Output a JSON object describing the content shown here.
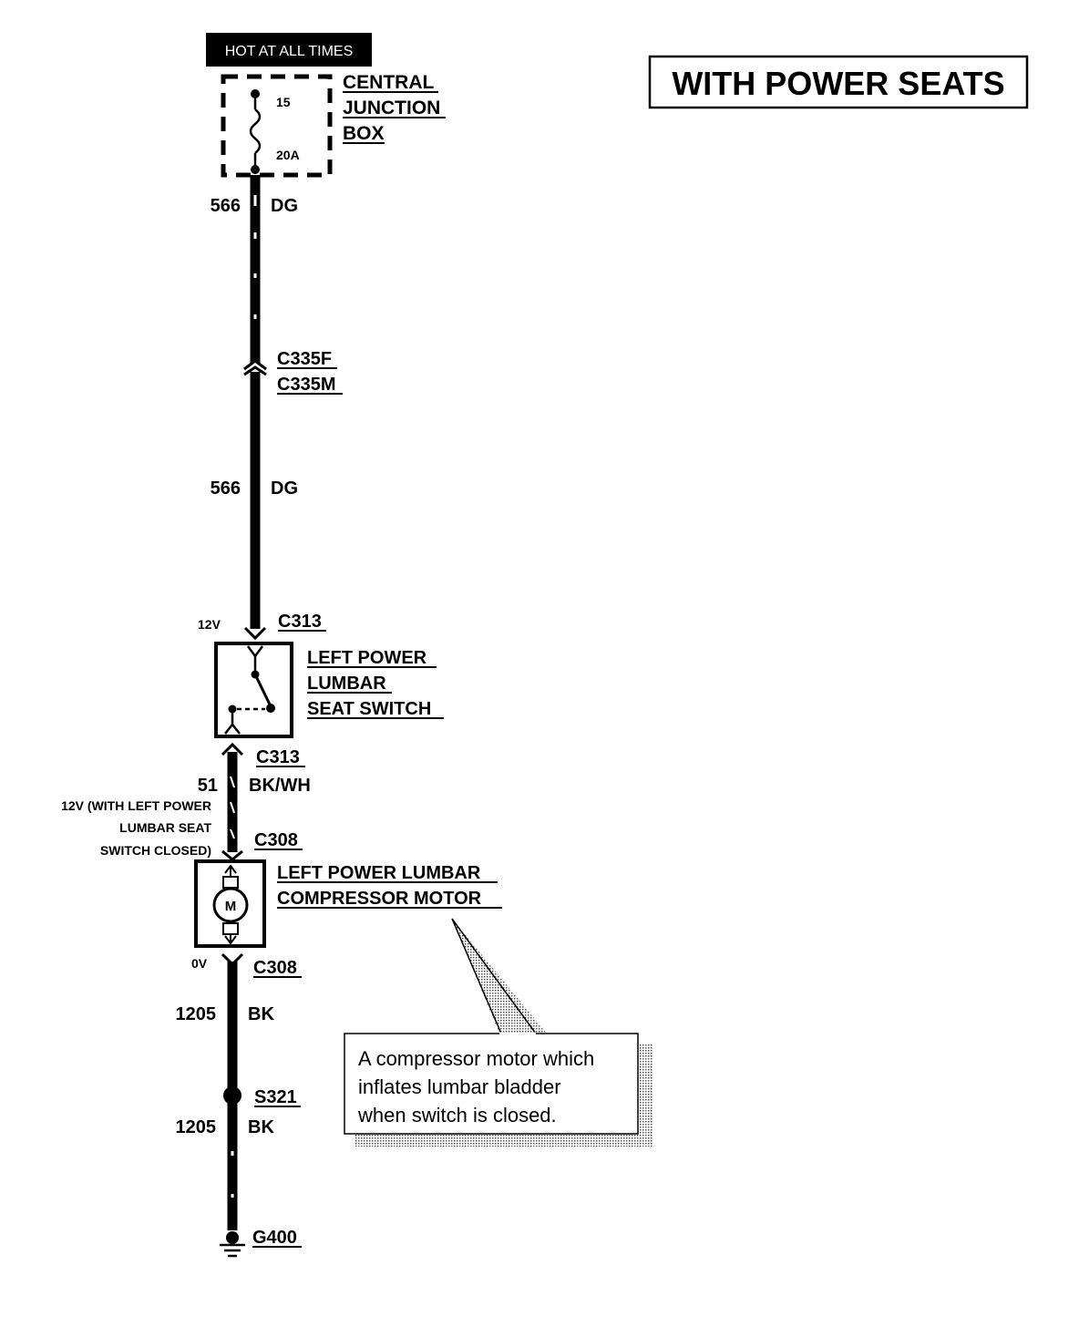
{
  "title": "WITH POWER SEATS",
  "hot_label": "HOT AT ALL TIMES",
  "fuse": {
    "number": "15",
    "rating": "20A"
  },
  "central_junction_box": [
    "CENTRAL",
    "JUNCTION",
    "BOX"
  ],
  "wire_566_top": {
    "circuit": "566",
    "color": "DG"
  },
  "connector_c335": {
    "female": "C335F",
    "male": "C335M"
  },
  "wire_566_mid": {
    "circuit": "566",
    "color": "DG"
  },
  "voltage_12v": "12V",
  "c313_top": "C313",
  "switch_label": [
    "LEFT POWER",
    "LUMBAR",
    "SEAT SWITCH"
  ],
  "c313_bottom": "C313",
  "wire_51": {
    "circuit": "51",
    "color": "BK/WH"
  },
  "voltage_note": [
    "12V (WITH LEFT POWER",
    "LUMBAR SEAT",
    "SWITCH CLOSED)"
  ],
  "c308_top": "C308",
  "motor_label": [
    "LEFT POWER LUMBAR",
    "COMPRESSOR MOTOR"
  ],
  "motor_symbol": "M",
  "voltage_0v": "0V",
  "c308_bottom": "C308",
  "wire_1205_a": {
    "circuit": "1205",
    "color": "BK"
  },
  "splice": "S321",
  "wire_1205_b": {
    "circuit": "1205",
    "color": "BK"
  },
  "ground": "G400",
  "callout": [
    "A compressor motor which",
    "inflates lumbar bladder",
    "when switch is closed."
  ]
}
